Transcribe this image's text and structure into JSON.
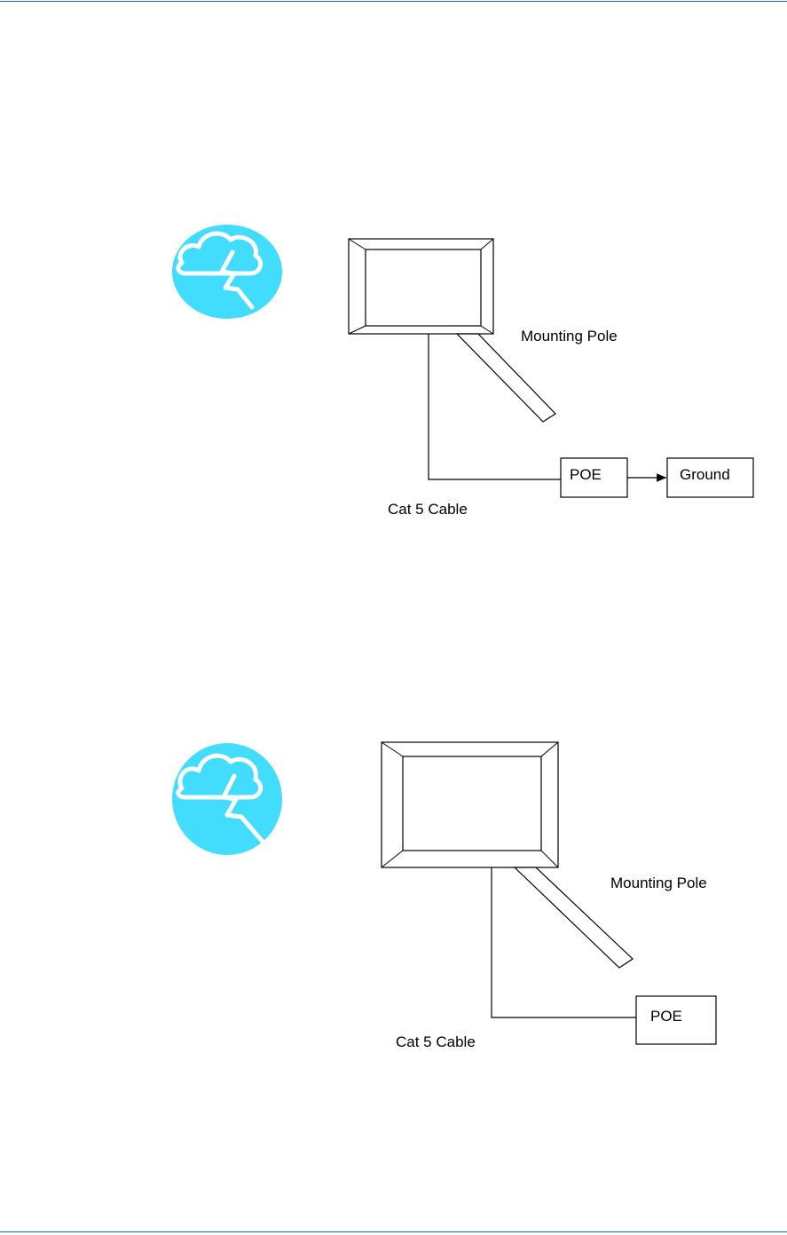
{
  "colors": {
    "rule": "#1f5fbf",
    "storm_circle": "#42dcff",
    "storm_glyph": "#ffffff",
    "line": "#000000"
  },
  "diagram_1": {
    "icon": "thunderstorm-icon",
    "labels": {
      "mounting_pole": "Mounting Pole",
      "poe": "POE",
      "ground": "Ground",
      "cable": "Cat 5 Cable"
    }
  },
  "diagram_2": {
    "icon": "thunderstorm-icon",
    "labels": {
      "mounting_pole": "Mounting Pole",
      "poe": "POE",
      "cable": "Cat 5 Cable"
    }
  }
}
